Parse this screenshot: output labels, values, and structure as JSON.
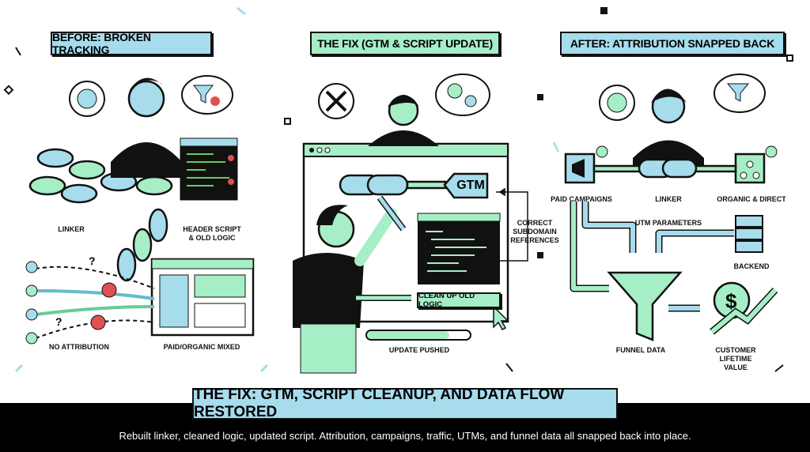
{
  "panels": {
    "before": {
      "title": "BEFORE: BROKEN TRACKING",
      "labels": {
        "linker": "LINKER",
        "header_script": "HEADER SCRIPT & OLD LOGIC",
        "no_attribution": "NO ATTRIBUTION",
        "mixed": "PAID/ORGANIC MIXED"
      }
    },
    "fix": {
      "title": "THE FIX (GTM & SCRIPT UPDATE)",
      "labels": {
        "gtm": "GTM",
        "correct_refs": "CORRECT SUBDOMAIN REFERENCES",
        "cleanup": "CLEAN UP OLD LOGIC",
        "update": "UPDATE PUSHED"
      },
      "update_progress": 0.8
    },
    "after": {
      "title": "AFTER: ATTRIBUTION SNAPPED BACK",
      "labels": {
        "paid": "PAID CAMPAIGNS",
        "linker": "LINKER",
        "organic": "ORGANIC & DIRECT",
        "utm": "UTM PARAMETERS",
        "backend": "BACKEND",
        "funnel": "FUNNEL DATA",
        "clv": "CUSTOMER LIFETIME VALUE"
      }
    }
  },
  "footer": {
    "title": "THE FIX: GTM, SCRIPT CLEANUP, AND DATA FLOW RESTORED",
    "subtitle": "Rebuilt linker, cleaned logic, updated script. Attribution, campaigns, traffic, UTMs, and funnel data all snapped back into place."
  },
  "colors": {
    "blue": "#a6dcec",
    "mint": "#a6eec6",
    "ink": "#111111",
    "error": "#e05050"
  }
}
